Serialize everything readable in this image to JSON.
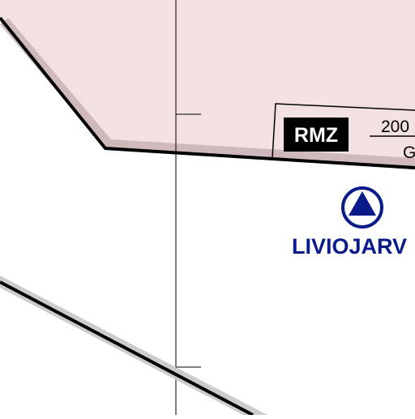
{
  "map": {
    "colors": {
      "airspace_fill": "#f3e1e2",
      "airspace_edge": "#c9b1b4",
      "boundary": "#000000",
      "airfield_blue": "#0a1a8a",
      "route_shadow": "#cccccc",
      "background": "#ffffff"
    },
    "rmz_box": {
      "badge": "RMZ",
      "upper_limit": "200",
      "lower_limit": "G"
    },
    "airfield": {
      "symbol": "triangle-in-circle-icon",
      "name": "LIVIOJARV"
    }
  }
}
